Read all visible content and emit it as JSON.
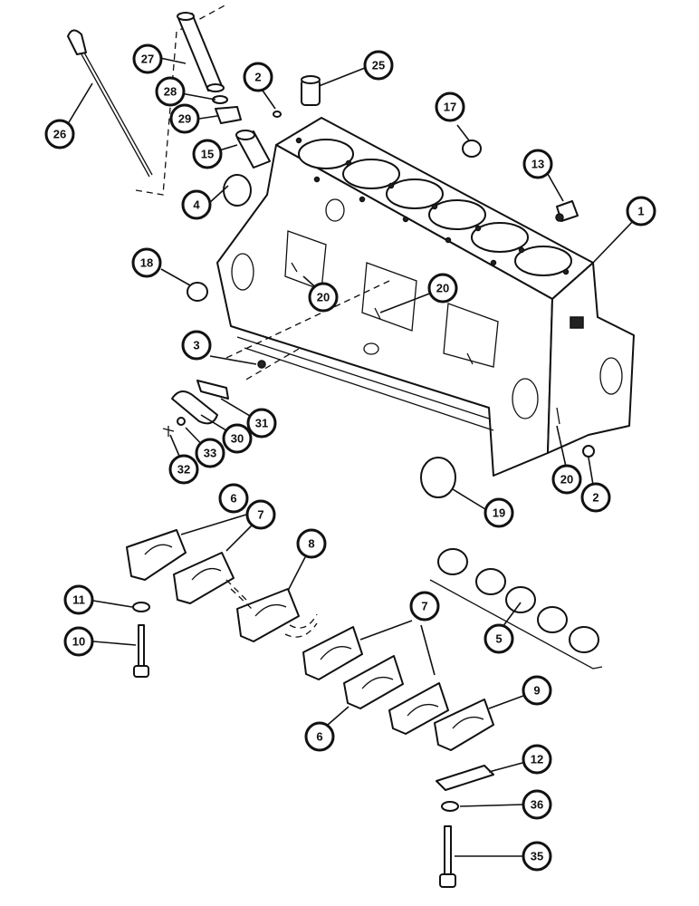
{
  "callouts": [
    {
      "id": "c1",
      "label": "1"
    },
    {
      "id": "c2a",
      "label": "2"
    },
    {
      "id": "c2b",
      "label": "2"
    },
    {
      "id": "c3",
      "label": "3"
    },
    {
      "id": "c4",
      "label": "4"
    },
    {
      "id": "c5",
      "label": "5"
    },
    {
      "id": "c6a",
      "label": "6"
    },
    {
      "id": "c6b",
      "label": "6"
    },
    {
      "id": "c7a",
      "label": "7"
    },
    {
      "id": "c7b",
      "label": "7"
    },
    {
      "id": "c8",
      "label": "8"
    },
    {
      "id": "c9",
      "label": "9"
    },
    {
      "id": "c10",
      "label": "10"
    },
    {
      "id": "c11",
      "label": "11"
    },
    {
      "id": "c12",
      "label": "12"
    },
    {
      "id": "c13",
      "label": "13"
    },
    {
      "id": "c15",
      "label": "15"
    },
    {
      "id": "c17",
      "label": "17"
    },
    {
      "id": "c18",
      "label": "18"
    },
    {
      "id": "c19",
      "label": "19"
    },
    {
      "id": "c20a",
      "label": "20"
    },
    {
      "id": "c20b",
      "label": "20"
    },
    {
      "id": "c20c",
      "label": "20"
    },
    {
      "id": "c25",
      "label": "25"
    },
    {
      "id": "c26",
      "label": "26"
    },
    {
      "id": "c27",
      "label": "27"
    },
    {
      "id": "c28",
      "label": "28"
    },
    {
      "id": "c29",
      "label": "29"
    },
    {
      "id": "c30",
      "label": "30"
    },
    {
      "id": "c31",
      "label": "31"
    },
    {
      "id": "c32",
      "label": "32"
    },
    {
      "id": "c33",
      "label": "33"
    },
    {
      "id": "c35",
      "label": "35"
    },
    {
      "id": "c36",
      "label": "36"
    }
  ]
}
